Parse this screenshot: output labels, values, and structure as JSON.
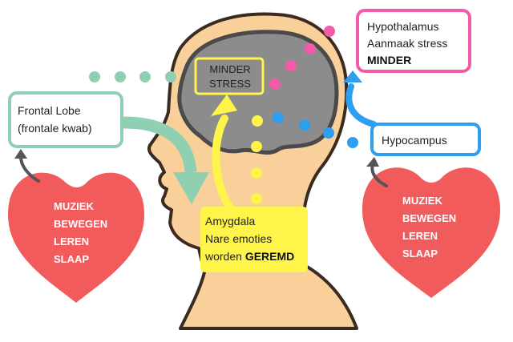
{
  "brain": {
    "label_line1": "MINDER",
    "label_line2": "STRESS"
  },
  "frontal": {
    "line1": "Frontal Lobe",
    "line2": "(frontale kwab)"
  },
  "hypothalamus": {
    "line1": "Hypothalamus",
    "line2": "Aanmaak stress",
    "line3": "MINDER"
  },
  "hypocampus": {
    "line1": "Hypocampus"
  },
  "amygdala": {
    "line1": "Amygdala",
    "line2": "Nare emoties",
    "line3_prefix": "worden ",
    "line3_bold": "GEREMD"
  },
  "heart_left": {
    "items": [
      "MUZIEK",
      "BEWEGEN",
      "LEREN",
      "SLAAP"
    ]
  },
  "heart_right": {
    "items": [
      "MUZIEK",
      "BEWEGEN",
      "LEREN",
      "SLAAP"
    ]
  },
  "colors": {
    "skin": "#F9D09A",
    "head_outline": "#3a2a20",
    "brain": "#8c8c8c",
    "brain_outline": "#4a4a4a",
    "green": "#8FD0B3",
    "yellow": "#FFF54A",
    "pink": "#F45AA8",
    "blue": "#2E9FF0",
    "heart": "#F25B5B",
    "gray_arrow": "#555555"
  }
}
